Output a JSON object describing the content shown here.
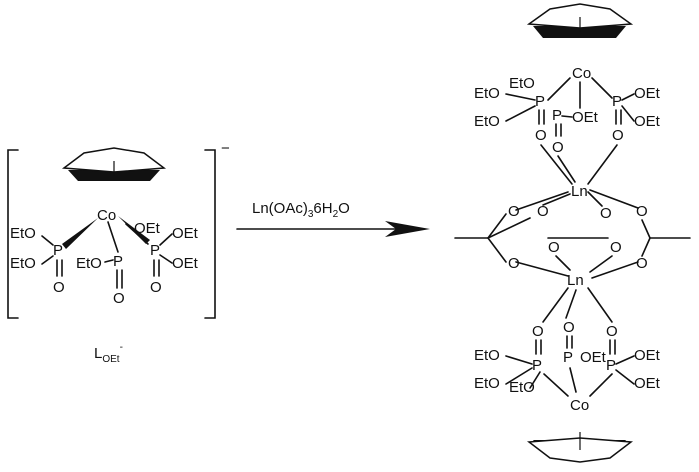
{
  "reagent": {
    "main": "Ln(OAc)",
    "sub": "3",
    "tail": "6H",
    "sub2": "2",
    "tail2": "O"
  },
  "ligand": {
    "label_main": "L",
    "label_sub": "OEt",
    "label_sup": "-",
    "charge": "−"
  },
  "atoms": {
    "cobalt": "Co",
    "lanthanide": "Ln",
    "phosphorus": "P",
    "oxygen": "O",
    "ethoxy_left": "EtO",
    "ethoxy_right": "OEt"
  }
}
